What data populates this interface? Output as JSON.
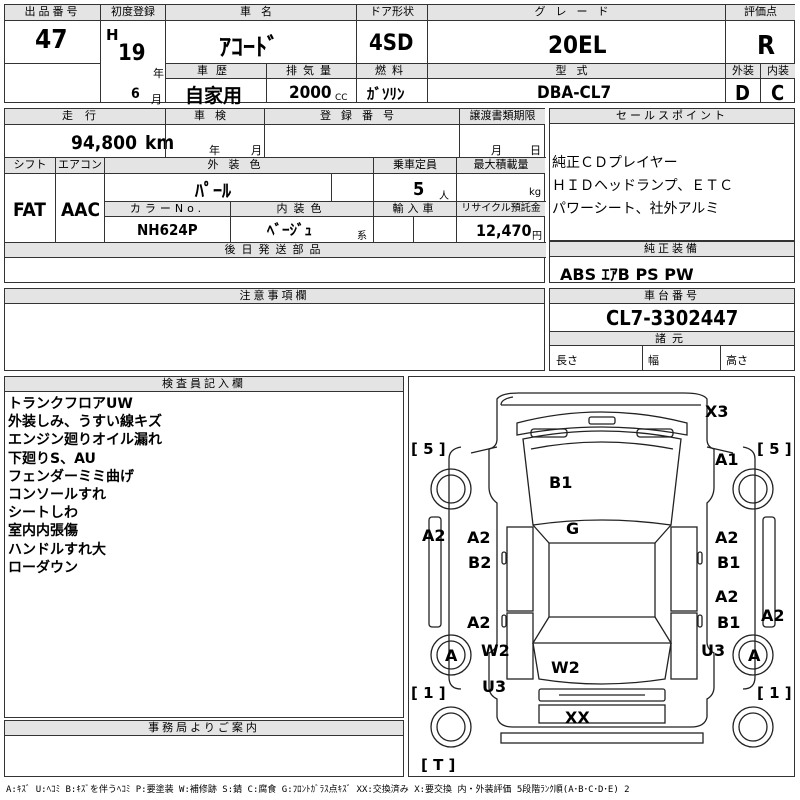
{
  "header": {
    "lot_label": "出品番号",
    "lot_value": "47",
    "first_reg_label": "初度登録",
    "era": "H",
    "year": "19",
    "year_unit": "年",
    "month": "6",
    "month_unit": "月",
    "name_label": "車名",
    "name_value": "ｱｺｰﾄﾞ",
    "door_label": "ドア形状",
    "door_value": "4SD",
    "grade_label": "グレード",
    "grade_value": "20EL",
    "score_label": "評価点",
    "score_value": "R",
    "history_label": "車歴",
    "history_value": "自家用",
    "disp_label": "排気量",
    "disp_value": "2000",
    "disp_unit": "CC",
    "fuel_label": "燃料",
    "fuel_value": "ｶﾞｿﾘﾝ",
    "model_label": "型式",
    "model_value": "DBA-CL7",
    "ext_label": "外装",
    "ext_value": "D",
    "int_label": "内装",
    "int_value": "C"
  },
  "mid": {
    "mileage_label": "走行",
    "mileage_value": "94,800",
    "mileage_unit": "km",
    "inspection_label": "車検",
    "inspection_year_unit": "年",
    "inspection_month_unit": "月",
    "regno_label": "登録番号",
    "transfer_label": "譲渡書類期限",
    "transfer_month_unit": "月",
    "transfer_day_unit": "日",
    "shift_label": "シフト",
    "shift_value": "FAT",
    "ac_label": "エアコン",
    "ac_value": "AAC",
    "color_label": "外装色",
    "color_value": "ﾊﾟｰﾙ",
    "capacity_label": "乗車定員",
    "capacity_value": "5",
    "capacity_unit": "人",
    "maxload_label": "最大積載量",
    "maxload_unit": "kg",
    "colorno_label": "カラーNo.",
    "colorno_value": "NH624P",
    "interior_label": "内装色",
    "interior_value": "ﾍﾞｰｼﾞｭ",
    "interior_unit": "系",
    "import_label": "輸入車",
    "recycle_label": "リサイクル預託金",
    "recycle_value": "12,470",
    "recycle_unit": "円",
    "later_label": "後日発送部品"
  },
  "sales": {
    "label": "セールスポイント",
    "lines": [
      "純正ＣＤプレイヤー",
      "ＨＩＤヘッドランプ、ＥＴＣ",
      "パワーシート、社外アルミ"
    ]
  },
  "equipment": {
    "label": "純正装備",
    "value": "ABS ｴｱB PS PW"
  },
  "caution": {
    "label": "注意事項欄"
  },
  "chassis": {
    "label": "車台番号",
    "value": "CL7-3302447",
    "spec_label": "諸元",
    "length_label": "長さ",
    "width_label": "幅",
    "height_label": "高さ"
  },
  "inspector": {
    "label": "検査員記入欄",
    "notes": [
      "トランクフロアUW",
      "外装しみ、うすい線キズ",
      "エンジン廻りオイル漏れ",
      "下廻りS、AU",
      "フェンダーミミ曲げ",
      "コンソールすれ",
      "シートしわ",
      "室内内張傷",
      "ハンドルすれ大",
      "ローダウン"
    ]
  },
  "diagram": {
    "marks": {
      "x3": "X3",
      "a1": "A1",
      "b1_roof": "B1",
      "g": "G",
      "a2_left": "A2",
      "a2_fl_door": "A2",
      "b2": "B2",
      "a2_rl_door": "A2",
      "a2_fr_door": "A2",
      "b1_fr_door": "B1",
      "a2_rr_door": "A2",
      "b1_rr_door": "B1",
      "a2_right": "A2",
      "a_left_wheel": "A",
      "a_right_wheel": "A",
      "w2_left": "W2",
      "w2_rear": "W2",
      "u3_left": "U3",
      "u3_right": "U3",
      "xx": "XX"
    },
    "bracket_tl": "[ 5 ]",
    "bracket_tr": "[ 5 ]",
    "bracket_bl": "[ 1 ]",
    "bracket_br": "[ 1 ]",
    "bracket_t": "[ T ]"
  },
  "office": {
    "label": "事務局よりご案内"
  },
  "legend": "A:ｷｽﾞ U:ﾍｺﾐ B:ｷｽﾞを伴うﾍｺﾐ P:要塗装 W:補修跡 S:錆 C:腐食 G:ﾌﾛﾝﾄｶﾞﾗｽ点ｷｽﾞ XX:交換済み X:要交換 内・外装評価 5段階ﾗﾝｸ順(A･B･C･D･E) 2"
}
